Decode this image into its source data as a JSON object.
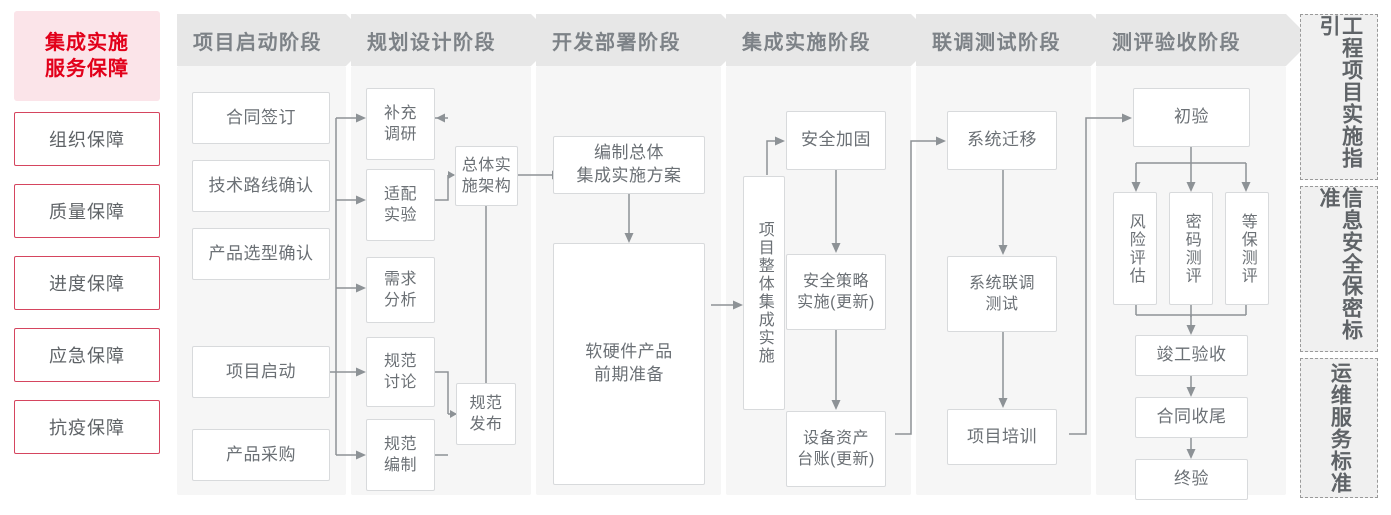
{
  "sidebar": {
    "title": "集成实施\n服务保障",
    "title_line1": "集成实施",
    "title_line2": "服务保障",
    "items": [
      {
        "label": "组织保障"
      },
      {
        "label": "质量保障"
      },
      {
        "label": "进度保障"
      },
      {
        "label": "应急保障"
      },
      {
        "label": "抗疫保障"
      }
    ]
  },
  "phases": [
    {
      "id": "phase-startup",
      "title": "项目启动阶段",
      "nodes": [
        {
          "label": "合同签订"
        },
        {
          "label": "技术路线确认"
        },
        {
          "label": "产品选型确认"
        },
        {
          "label": "项目启动"
        },
        {
          "label": "产品采购"
        }
      ]
    },
    {
      "id": "phase-planning",
      "title": "规划设计阶段",
      "nodes": [
        {
          "label": "补充\n调研"
        },
        {
          "label": "适配\n实验"
        },
        {
          "label": "需求\n分析"
        },
        {
          "label": "规范\n讨论"
        },
        {
          "label": "规范\n编制"
        },
        {
          "label": "总体实\n施架构"
        },
        {
          "label": "规范\n发布"
        }
      ]
    },
    {
      "id": "phase-deploy",
      "title": "开发部署阶段",
      "nodes": [
        {
          "label": "编制总体\n集成实施方案"
        },
        {
          "label": "软硬件产品\n前期准备"
        }
      ]
    },
    {
      "id": "phase-integration",
      "title": "集成实施阶段",
      "nodes": [
        {
          "label": "项目整体集成实施"
        },
        {
          "label": "安全加固"
        },
        {
          "label": "安全策略\n实施(更新)"
        },
        {
          "label": "设备资产\n台账(更新)"
        }
      ]
    },
    {
      "id": "phase-joint-test",
      "title": "联调测试阶段",
      "nodes": [
        {
          "label": "系统迁移"
        },
        {
          "label": "系统联调\n测试"
        },
        {
          "label": "项目培训"
        }
      ]
    },
    {
      "id": "phase-acceptance",
      "title": "测评验收阶段",
      "nodes": [
        {
          "label": "初验"
        },
        {
          "label": "风险评估"
        },
        {
          "label": "密码测评"
        },
        {
          "label": "等保测评"
        },
        {
          "label": "竣工验收"
        },
        {
          "label": "合同收尾"
        },
        {
          "label": "终验"
        }
      ]
    }
  ],
  "standards": [
    {
      "id": "std-guideline",
      "label": "工程项目实施指引"
    },
    {
      "id": "std-security",
      "label": "信息安全保密标准"
    },
    {
      "id": "std-ops",
      "label": "运维服务标准"
    }
  ],
  "colors": {
    "accent_red": "#e2001a",
    "sidebar_head_bg": "#fbe4e9",
    "sidebar_border": "#d5455f",
    "panel_bg": "#f6f6f6",
    "phase_head_bg": "#e7e7e7",
    "node_border": "#d8dadc",
    "text": "#6b7075",
    "wire": "#8d9296"
  }
}
